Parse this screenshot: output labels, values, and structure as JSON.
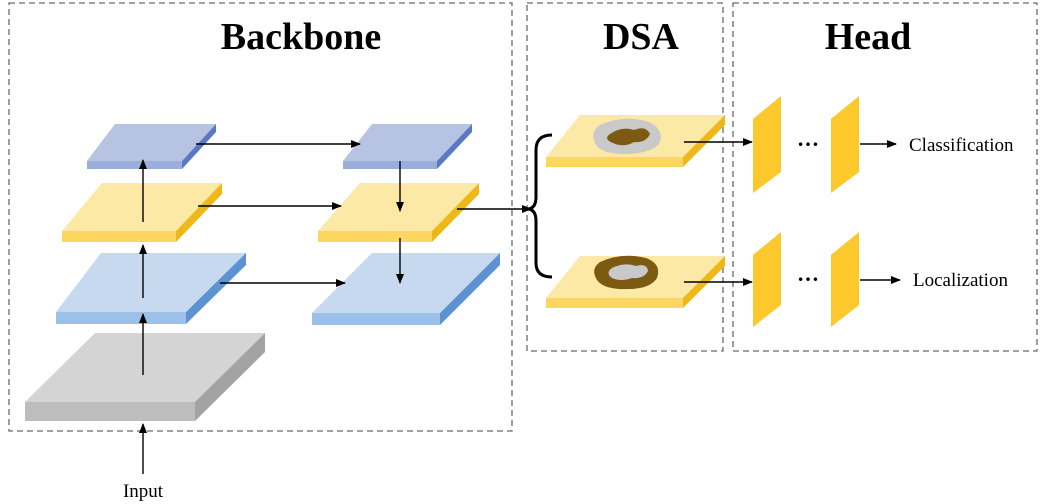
{
  "sections": {
    "backbone": "Backbone",
    "dsa": "DSA",
    "head": "Head"
  },
  "labels": {
    "input": "Input",
    "classification": "Classification",
    "localization": "Localization",
    "ellipsis_top": "…",
    "ellipsis_bottom": "…"
  },
  "colors": {
    "gray_layer": "#cfcfcf",
    "light_blue_layer": "#c6d9ef",
    "yellow_layer": "#fde9a6",
    "purple_blue_layer": "#b7c3e3",
    "head_block": "#fdc82c",
    "attention_dark": "#7d5a12",
    "attention_light": "#c9c9c9"
  }
}
